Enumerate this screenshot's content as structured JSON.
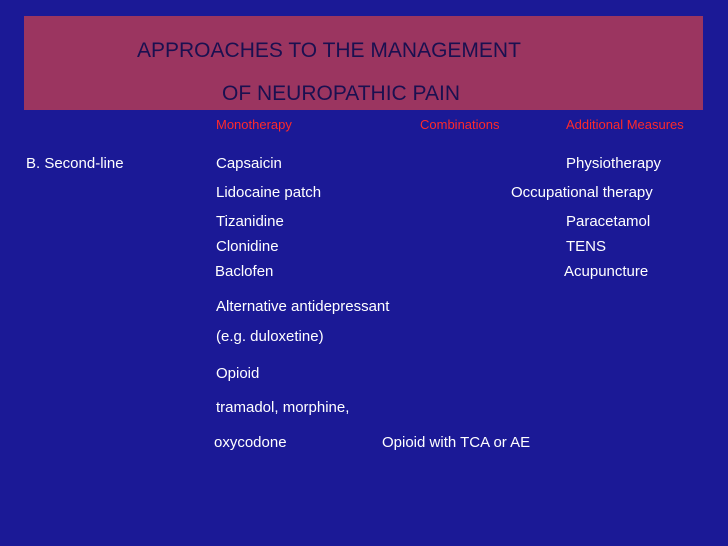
{
  "title": {
    "line1": "APPROACHES TO THE MANAGEMENT",
    "line2": "OF NEUROPATHIC PAIN"
  },
  "headers": {
    "monotherapy": "Monotherapy",
    "combinations": "Combinations",
    "additional": "Additional Measures"
  },
  "row_label": "B. Second-line",
  "monotherapy": {
    "capsaicin": "Capsaicin",
    "lidocaine": "Lidocaine patch",
    "tizanidine": "Tizanidine",
    "clonidine": "Clonidine",
    "baclofen": "Baclofen",
    "alt_antidep": "Alternative antidepressant",
    "duloxetine": "(e.g. duloxetine)",
    "opioid": "Opioid",
    "opioid_examples": "tramadol, morphine,",
    "oxycodone": "oxycodone"
  },
  "combinations": {
    "opioid_combo": "Opioid with TCA or AE"
  },
  "additional": {
    "physiotherapy": "Physiotherapy",
    "occupational": "Occupational therapy",
    "paracetamol": "Paracetamol",
    "tens": "TENS",
    "acupuncture": "Acupuncture"
  }
}
